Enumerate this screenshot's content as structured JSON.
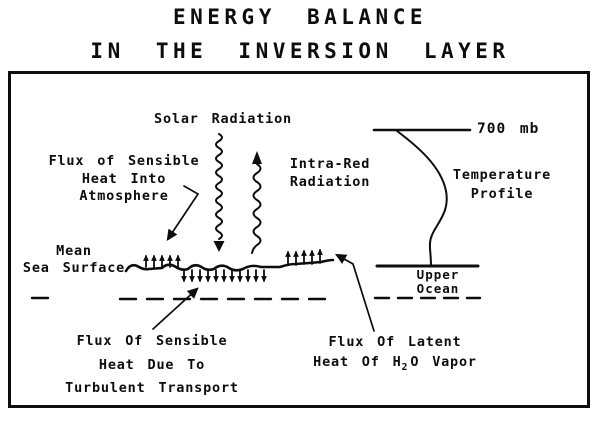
{
  "title": {
    "line1": "ENERGY BALANCE",
    "line2": "IN THE INVERSION LAYER"
  },
  "labels": {
    "solar_radiation": "Solar Radiation",
    "infrared_line1": "Intra-Red",
    "infrared_line2": "Radiation",
    "sensible_atmosphere_line1": "Flux of Sensible",
    "sensible_atmosphere_line2": "Heat Into",
    "sensible_atmosphere_line3": "Atmosphere",
    "sea_surface_line1": "Mean",
    "sea_surface_line2": "Sea Surface",
    "pressure_level": "700 mb",
    "temperature_profile_line1": "Temperature",
    "temperature_profile_line2": "Profile",
    "upper_ocean_line1": "Upper",
    "upper_ocean_line2": "Ocean",
    "turbulent_line1": "Flux Of Sensible",
    "turbulent_line2": "Heat Due To",
    "turbulent_line3": "Turbulent Transport",
    "latent_line1": "Flux Of Latent",
    "latent_line2_pre": "Heat Of H",
    "latent_line2_sub": "2",
    "latent_line2_post": "O Vapor"
  },
  "colors": {
    "ink": "#0d0d0d",
    "background": "#ffffff"
  }
}
